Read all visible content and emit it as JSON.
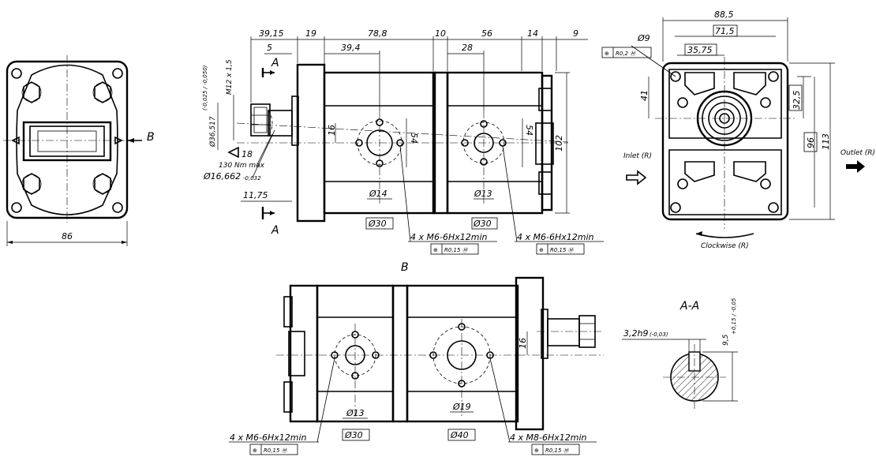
{
  "dimensions": {
    "width_86": "86",
    "d39_15": "39,15",
    "d19": "19",
    "d78_8": "78,8",
    "d10": "10",
    "d56": "56",
    "d14": "14",
    "d9": "9",
    "d5": "5",
    "d39_4": "39,4",
    "d28": "28",
    "thread_shaft": "M12 x 1,5",
    "shaft_dia": "Ø36,517",
    "shaft_tol": "(-0,025 / -0,050)",
    "d16_top": "16",
    "d54_a": "54",
    "d54_b": "54",
    "d102": "102",
    "d18": "18",
    "torque": "130 Nm max",
    "shaft_small_dia": "Ø16,662",
    "shaft_small_tol": "-0,032",
    "d11_75": "11,75",
    "dia14": "Ø14",
    "dia13_top": "Ø13",
    "box30_a": "Ø30",
    "box30_b": "Ø30",
    "port_note_a": "4 x M6-6Hx12min",
    "port_note_b": "4 x M6-6Hx12min",
    "pos_tol": "R0,15 Ⓜ",
    "pos_tol_front": "R0,2 Ⓜ",
    "d88_5": "88,5",
    "d71_5": "71,5",
    "d9_hole": "Ø9",
    "d35_75": "35,75",
    "d41": "41",
    "d32_5": "32,5",
    "d96": "96",
    "d113": "113",
    "inlet": "Inlet (R)",
    "outlet": "Outlet (R)",
    "clockwise": "Clockwise (R)",
    "view_B": "B",
    "view_B_title": "B",
    "section_A_top": "A",
    "section_A_bottom": "A",
    "d16_bottom": "16",
    "dia13_bottom": "Ø13",
    "dia19": "Ø19",
    "box30_c": "Ø30",
    "box40": "Ø40",
    "port_note_c": "4 x M6-6Hx12min",
    "port_note_d": "4 x M8-6Hx12min",
    "section_title": "A-A",
    "key_width": "3,2h9",
    "key_tol": "(-0,03)",
    "key_depth": "9,5",
    "key_depth_tol": "+0,15 / -0,05"
  }
}
